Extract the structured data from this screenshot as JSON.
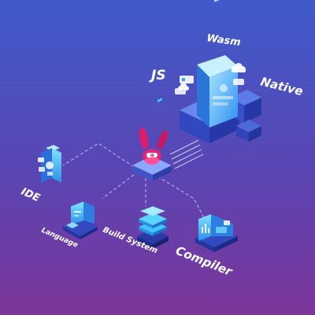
{
  "labels": {
    "js": "JS",
    "wasm": "Wasm",
    "native": "Native",
    "ide": "IDE",
    "language": "Language",
    "build_system": "Build System",
    "compiler": "Compiler"
  },
  "mascot": {
    "badge": "ᐛ"
  },
  "colors": {
    "background_top": "#3f59c9",
    "background_bottom": "#7a3699",
    "accent_cyan": "#37c9ff",
    "accent_pink": "#e0257a",
    "dashed_line": "#b9c6ff"
  }
}
